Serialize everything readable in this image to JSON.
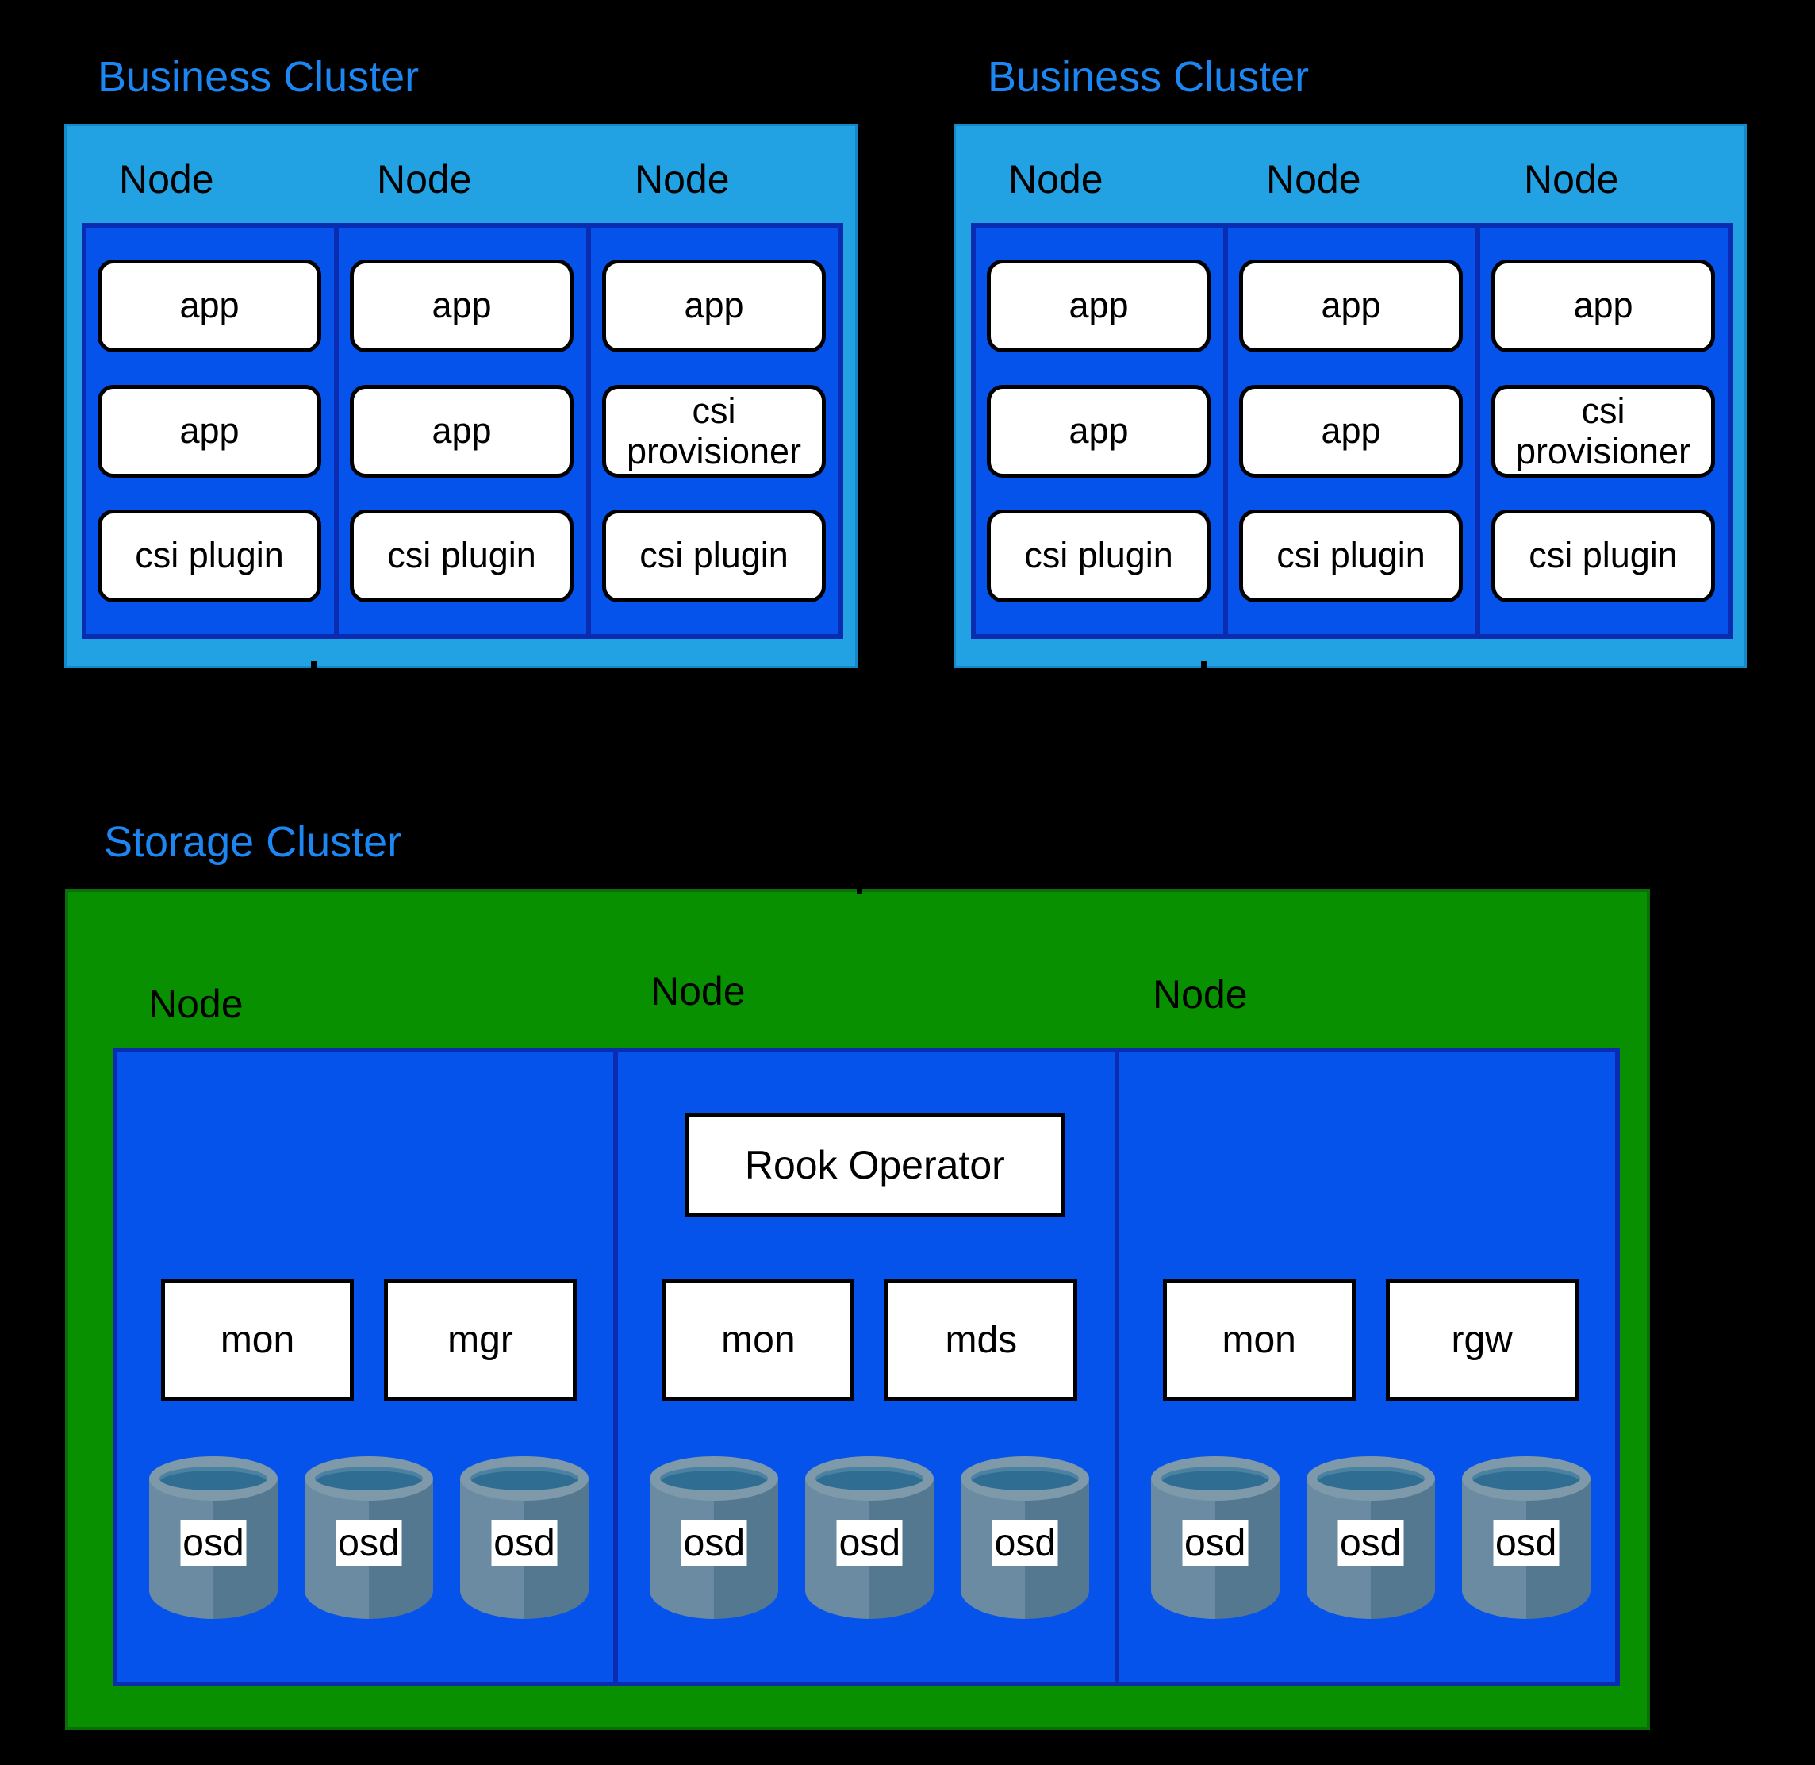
{
  "business_clusters": [
    {
      "label": "Business Cluster",
      "nodes": [
        {
          "name": "Node",
          "pods": [
            "app",
            "app",
            "csi plugin"
          ]
        },
        {
          "name": "Node",
          "pods": [
            "app",
            "app",
            "csi plugin"
          ]
        },
        {
          "name": "Node",
          "pods": [
            "app",
            "csi provisioner",
            "csi plugin"
          ]
        }
      ]
    },
    {
      "label": "Business Cluster",
      "nodes": [
        {
          "name": "Node",
          "pods": [
            "app",
            "app",
            "csi plugin"
          ]
        },
        {
          "name": "Node",
          "pods": [
            "app",
            "app",
            "csi plugin"
          ]
        },
        {
          "name": "Node",
          "pods": [
            "app",
            "csi provisioner",
            "csi plugin"
          ]
        }
      ]
    }
  ],
  "storage_cluster": {
    "label": "Storage Cluster",
    "nodes": [
      {
        "name": "Node",
        "services": [
          "mon",
          "mgr"
        ],
        "osds": [
          "osd",
          "osd",
          "osd"
        ]
      },
      {
        "name": "Node",
        "operator": "Rook Operator",
        "services": [
          "mon",
          "mds"
        ],
        "osds": [
          "osd",
          "osd",
          "osd"
        ]
      },
      {
        "name": "Node",
        "services": [
          "mon",
          "rgw"
        ],
        "osds": [
          "osd",
          "osd",
          "osd"
        ]
      }
    ]
  },
  "colors": {
    "background": "#000000",
    "title_blue": "#1C86F2",
    "business_outer_blue": "#22A2E2",
    "inner_vivid_blue": "#0553EA",
    "navy_border": "#0A2CB0",
    "storage_green": "#089000",
    "pod_white": "#FFFFFF",
    "cylinder_rim": "#7E99AA",
    "cylinder_top": "#2F6E92",
    "cylinder_body_left": "#6A8BA2",
    "cylinder_body_right": "#54788F"
  }
}
